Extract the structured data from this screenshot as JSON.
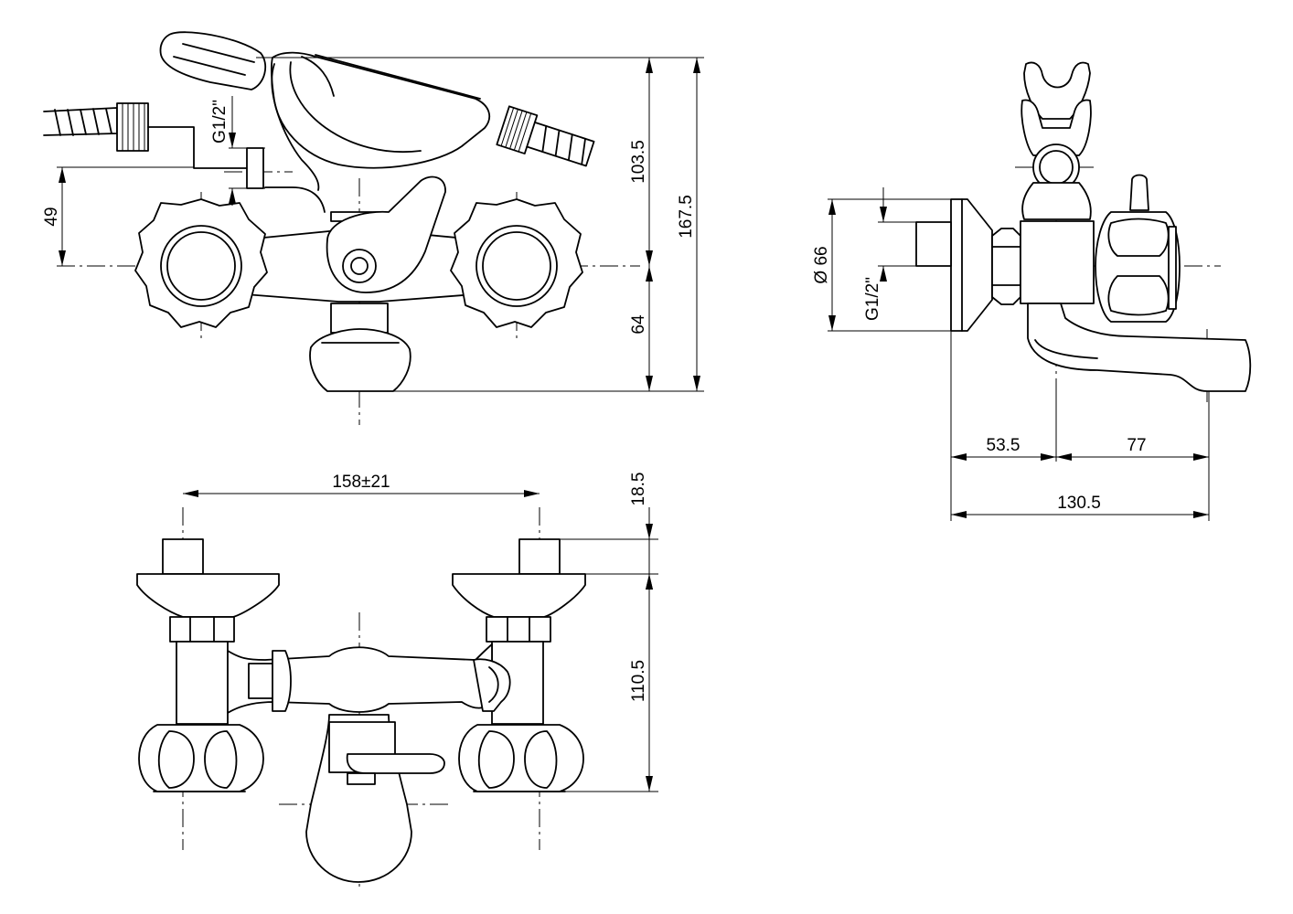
{
  "dimensions": {
    "height_103_5": "103.5",
    "height_167_5": "167.5",
    "height_64": "64",
    "height_49": "49",
    "thread_front": "G1/2\"",
    "centers": "158±21",
    "depth_18_5": "18.5",
    "depth_110_5": "110.5",
    "diameter": "Ø 66",
    "thread_side": "G1/2\"",
    "reach_53_5": "53.5",
    "reach_77": "77",
    "reach_130_5": "130.5"
  },
  "colors": {
    "line": "#000000",
    "background": "#ffffff"
  }
}
